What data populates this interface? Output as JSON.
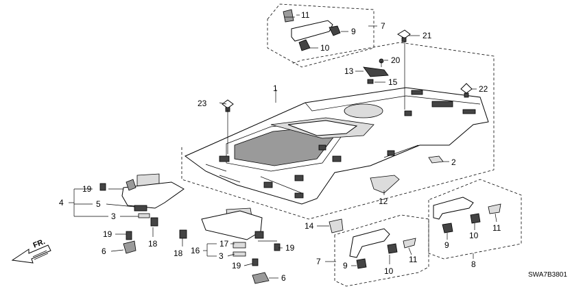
{
  "callouts": {
    "c1": "1",
    "c2": "2",
    "c3a": "3",
    "c3b": "3",
    "c4": "4",
    "c5": "5",
    "c6a": "6",
    "c6b": "6",
    "c7a": "7",
    "c7b": "7",
    "c8": "8",
    "c9a": "9",
    "c9b": "9",
    "c9c": "9",
    "c10a": "10",
    "c10b": "10",
    "c10c": "10",
    "c11a": "11",
    "c11b": "11",
    "c11c": "11",
    "c12": "12",
    "c13": "13",
    "c14": "14",
    "c15": "15",
    "c16": "16",
    "c17": "17",
    "c18a": "18",
    "c18b": "18",
    "c19a": "19",
    "c19b": "19",
    "c19c": "19",
    "c19d": "19",
    "c20": "20",
    "c21": "21",
    "c22": "22",
    "c23": "23"
  },
  "direction_label": "FR.",
  "diagram_code": "SWA7B3801"
}
